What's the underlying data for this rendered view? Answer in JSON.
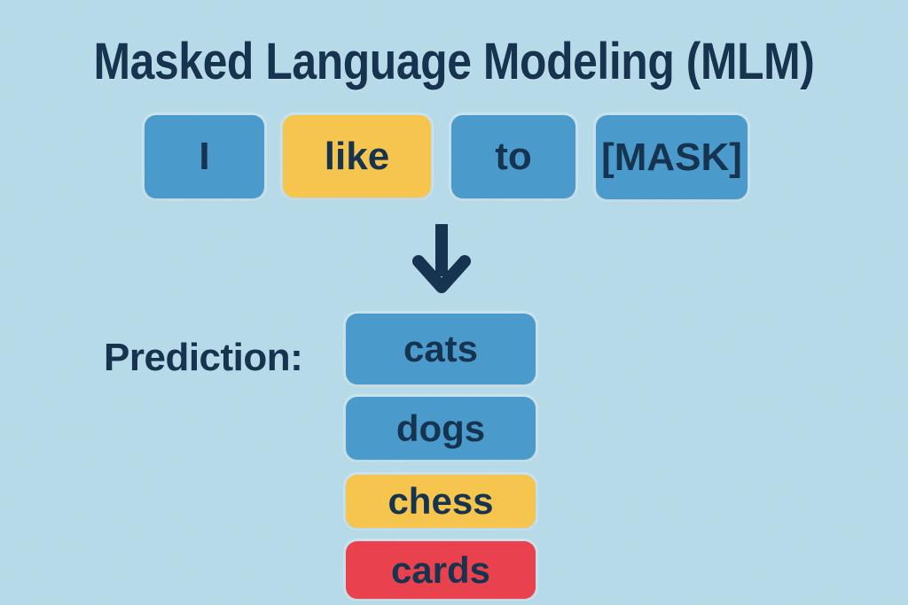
{
  "title": "Masked Language Modeling (MLM)",
  "sentence_tokens": [
    {
      "label": "I",
      "color": "blue"
    },
    {
      "label": "like",
      "color": "yellow"
    },
    {
      "label": "to",
      "color": "blue"
    },
    {
      "label": "[MASK]",
      "color": "blue"
    }
  ],
  "arrow": {
    "icon": "down-arrow-icon"
  },
  "prediction": {
    "label": "Prediction:",
    "candidates": [
      {
        "label": "cats",
        "color": "blue"
      },
      {
        "label": "dogs",
        "color": "blue"
      },
      {
        "label": "chess",
        "color": "yellow"
      },
      {
        "label": "cards",
        "color": "red"
      }
    ]
  },
  "colors": {
    "background": "#b7dbe9",
    "blue": "#4a9bcb",
    "yellow": "#f6c54e",
    "red": "#e9414e",
    "text": "#16334f"
  }
}
